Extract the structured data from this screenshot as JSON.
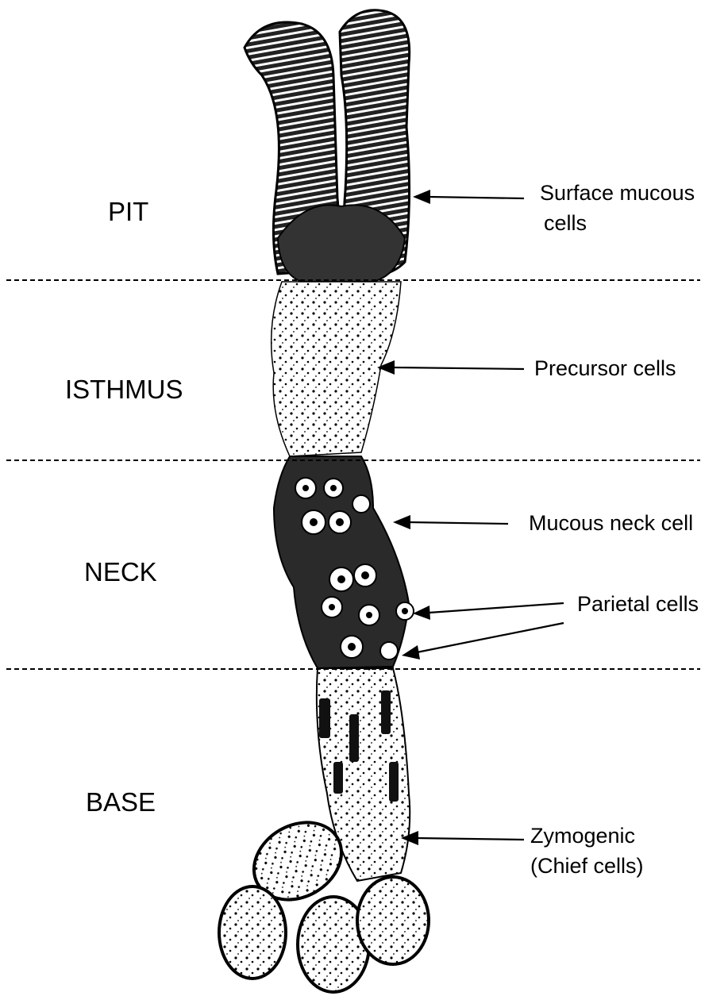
{
  "regions": {
    "pit": "PIT",
    "isthmus": "ISTHMUS",
    "neck": "NECK",
    "base": "BASE"
  },
  "labels": {
    "surface_mucous_line1": "Surface mucous",
    "surface_mucous_line2": "cells",
    "precursor": "Precursor cells",
    "mucous_neck": "Mucous neck cell",
    "parietal": "Parietal cells",
    "zymogenic_line1": "Zymogenic",
    "zymogenic_line2": "(Chief cells)"
  },
  "colors": {
    "ink": "#000000",
    "background": "#ffffff"
  }
}
